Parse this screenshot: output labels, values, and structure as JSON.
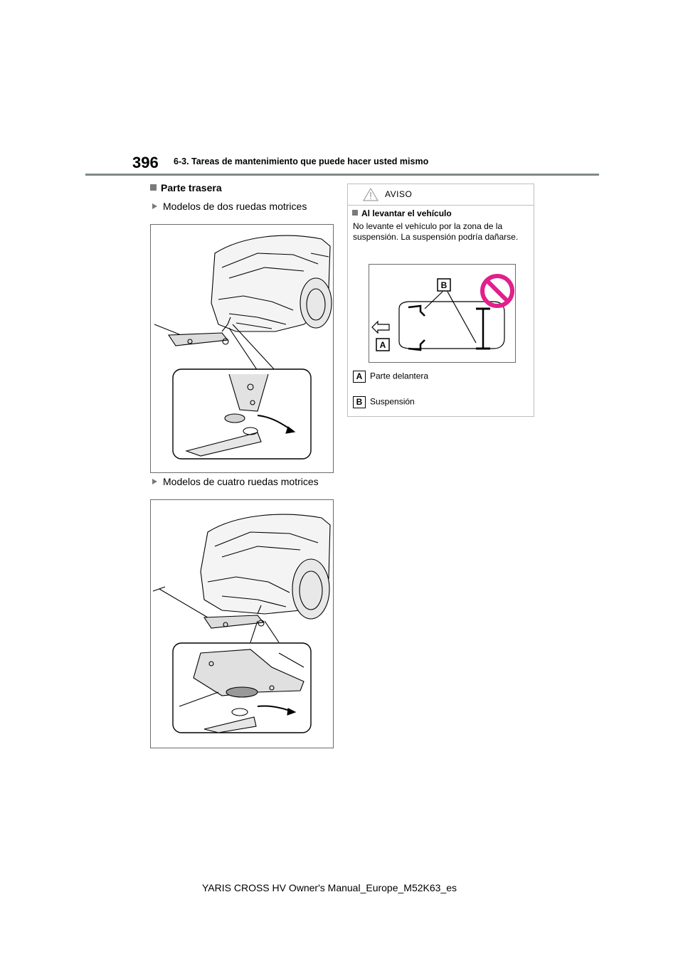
{
  "header": {
    "page_number": "396",
    "section": "6-3. Tareas de mantenimiento que puede hacer usted mismo"
  },
  "main": {
    "heading": "Parte trasera",
    "subsections": [
      {
        "label": "Modelos de dos ruedas motrices"
      },
      {
        "label": "Modelos de cuatro ruedas motrices"
      }
    ]
  },
  "warning": {
    "title": "AVISO",
    "subtitle": "Al levantar el vehículo",
    "text": "No levante el vehículo por la zona de la suspensión. La suspensión podría dañarse.",
    "legend": [
      {
        "letter": "A",
        "text": "Parte delantera"
      },
      {
        "letter": "B",
        "text": "Suspensión"
      }
    ],
    "prohibit_color": "#e0208c"
  },
  "footer": {
    "text": "YARIS CROSS HV Owner's Manual_Europe_M52K63_es"
  }
}
